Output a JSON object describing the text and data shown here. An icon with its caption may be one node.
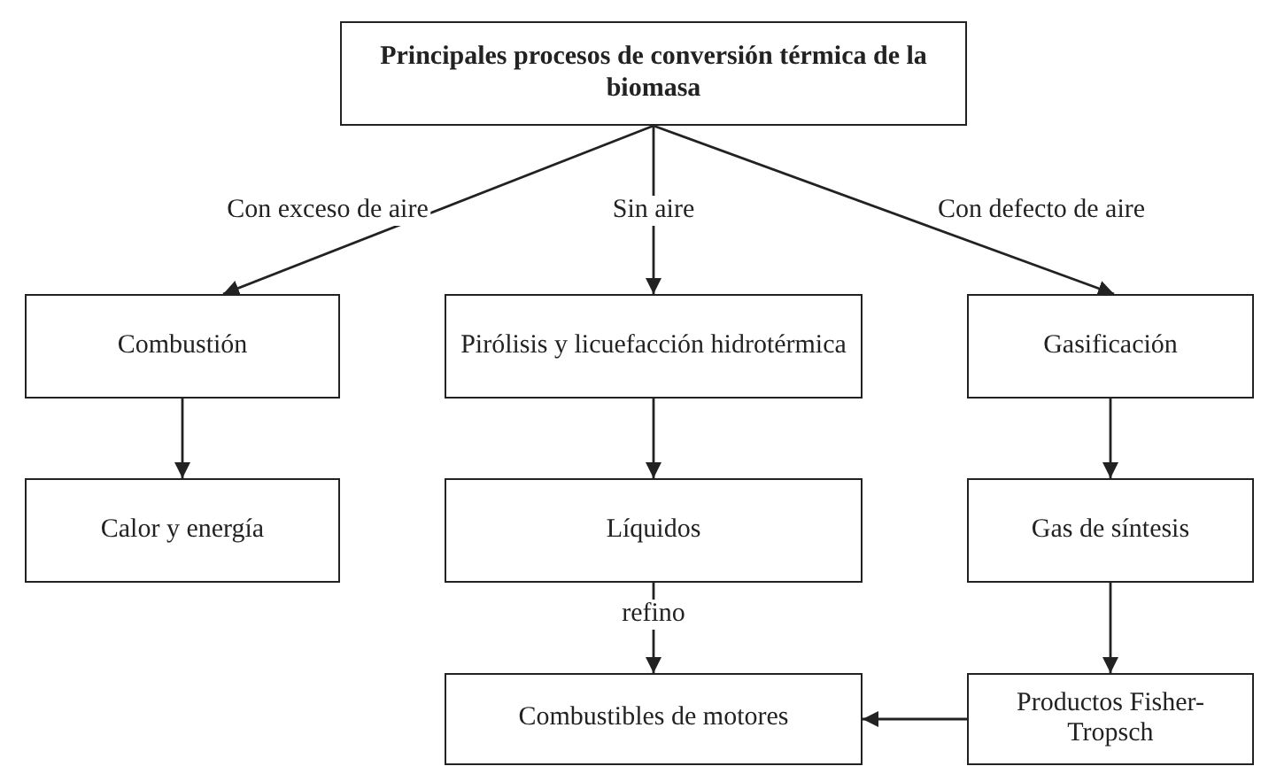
{
  "diagram": {
    "nodes": [
      {
        "text": [
          "Principales procesos de conversión térmica de la biomasa"
        ]
      },
      {
        "text": [
          "Combustión"
        ]
      },
      {
        "text": [
          "Pirólisis y licuefacción hidrotérmica"
        ]
      },
      {
        "text": [
          "Gasificación"
        ]
      },
      {
        "text": [
          "Calor y energía"
        ]
      },
      {
        "text": [
          "Líquidos"
        ]
      },
      {
        "text": [
          "Gas de síntesis"
        ]
      },
      {
        "text": [
          "Combustibles de motores"
        ]
      },
      {
        "text": [
          "Productos Fisher-Tropsch"
        ]
      }
    ],
    "edges": [
      {
        "from": 0,
        "to": 1,
        "arrow": "to",
        "label": "Con exceso de aire"
      },
      {
        "from": 0,
        "to": 2,
        "arrow": "to",
        "label": "Sin aire"
      },
      {
        "from": 0,
        "to": 3,
        "arrow": "to",
        "label": "Con defecto de aire"
      },
      {
        "from": 1,
        "to": 4,
        "arrow": "to"
      },
      {
        "from": 2,
        "to": 5,
        "arrow": "to"
      },
      {
        "from": 3,
        "to": 6,
        "arrow": "to"
      },
      {
        "from": 5,
        "to": 7,
        "arrow": "to",
        "label": "refino"
      },
      {
        "from": 6,
        "to": 8,
        "arrow": "to"
      },
      {
        "from": 8,
        "to": 7,
        "arrow": "to"
      }
    ]
  }
}
